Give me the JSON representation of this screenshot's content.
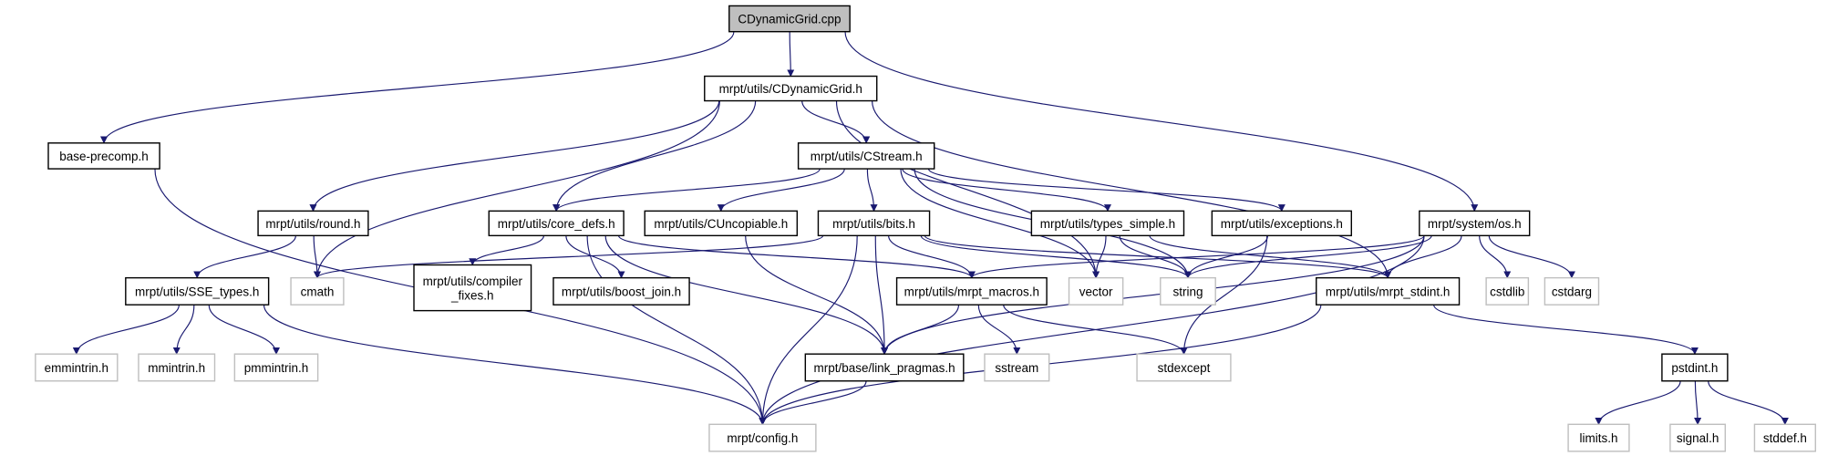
{
  "graph": {
    "title": "CDynamicGrid.cpp",
    "colors": {
      "edge": "#191970",
      "root_fill": "#bfbfbf",
      "documented_border": "#000000",
      "external_border": "#bfbfbf",
      "external_text": "#000000"
    },
    "nodes": [
      {
        "id": "cpp",
        "label": [
          "CDynamicGrid.cpp"
        ],
        "kind": "root"
      },
      {
        "id": "cdg",
        "label": [
          "mrpt/utils/CDynamicGrid.h"
        ],
        "kind": "documented"
      },
      {
        "id": "baseprecomp",
        "label": [
          "base-precomp.h"
        ],
        "kind": "documented"
      },
      {
        "id": "cstream",
        "label": [
          "mrpt/utils/CStream.h"
        ],
        "kind": "documented"
      },
      {
        "id": "round",
        "label": [
          "mrpt/utils/round.h"
        ],
        "kind": "documented"
      },
      {
        "id": "coredefs",
        "label": [
          "mrpt/utils/core_defs.h"
        ],
        "kind": "documented"
      },
      {
        "id": "uncopiable",
        "label": [
          "mrpt/utils/CUncopiable.h"
        ],
        "kind": "documented"
      },
      {
        "id": "bits",
        "label": [
          "mrpt/utils/bits.h"
        ],
        "kind": "documented"
      },
      {
        "id": "typessimple",
        "label": [
          "mrpt/utils/types_simple.h"
        ],
        "kind": "documented"
      },
      {
        "id": "exceptions",
        "label": [
          "mrpt/utils/exceptions.h"
        ],
        "kind": "documented"
      },
      {
        "id": "os",
        "label": [
          "mrpt/system/os.h"
        ],
        "kind": "documented"
      },
      {
        "id": "sse",
        "label": [
          "mrpt/utils/SSE_types.h"
        ],
        "kind": "documented"
      },
      {
        "id": "cmath",
        "label": [
          "cmath"
        ],
        "kind": "external"
      },
      {
        "id": "compilerfixes",
        "label": [
          "mrpt/utils/compiler",
          "_fixes.h"
        ],
        "kind": "documented"
      },
      {
        "id": "boostjoin",
        "label": [
          "mrpt/utils/boost_join.h"
        ],
        "kind": "documented"
      },
      {
        "id": "macros",
        "label": [
          "mrpt/utils/mrpt_macros.h"
        ],
        "kind": "documented"
      },
      {
        "id": "vector",
        "label": [
          "vector"
        ],
        "kind": "external"
      },
      {
        "id": "string",
        "label": [
          "string"
        ],
        "kind": "external"
      },
      {
        "id": "stdint",
        "label": [
          "mrpt/utils/mrpt_stdint.h"
        ],
        "kind": "documented"
      },
      {
        "id": "cstdlib",
        "label": [
          "cstdlib"
        ],
        "kind": "external"
      },
      {
        "id": "cstdarg",
        "label": [
          "cstdarg"
        ],
        "kind": "external"
      },
      {
        "id": "emmintrin",
        "label": [
          "emmintrin.h"
        ],
        "kind": "external"
      },
      {
        "id": "mmintrin",
        "label": [
          "mmintrin.h"
        ],
        "kind": "external"
      },
      {
        "id": "pmmintrin",
        "label": [
          "pmmintrin.h"
        ],
        "kind": "external"
      },
      {
        "id": "linkpragmas",
        "label": [
          "mrpt/base/link_pragmas.h"
        ],
        "kind": "documented"
      },
      {
        "id": "sstream",
        "label": [
          "sstream"
        ],
        "kind": "external"
      },
      {
        "id": "stdexcept",
        "label": [
          "stdexcept"
        ],
        "kind": "external"
      },
      {
        "id": "pstdint",
        "label": [
          "pstdint.h"
        ],
        "kind": "documented"
      },
      {
        "id": "config",
        "label": [
          "mrpt/config.h"
        ],
        "kind": "external"
      },
      {
        "id": "limits",
        "label": [
          "limits.h"
        ],
        "kind": "external"
      },
      {
        "id": "signal",
        "label": [
          "signal.h"
        ],
        "kind": "external"
      },
      {
        "id": "stddef",
        "label": [
          "stddef.h"
        ],
        "kind": "external"
      }
    ],
    "edges": [
      [
        "cpp",
        "cdg"
      ],
      [
        "cpp",
        "baseprecomp"
      ],
      [
        "cpp",
        "os"
      ],
      [
        "cdg",
        "round"
      ],
      [
        "cdg",
        "coredefs"
      ],
      [
        "cdg",
        "cstream"
      ],
      [
        "cdg",
        "cmath"
      ],
      [
        "cdg",
        "vector"
      ],
      [
        "cdg",
        "stdint"
      ],
      [
        "baseprecomp",
        "config"
      ],
      [
        "cstream",
        "coredefs"
      ],
      [
        "cstream",
        "uncopiable"
      ],
      [
        "cstream",
        "bits"
      ],
      [
        "cstream",
        "typessimple"
      ],
      [
        "cstream",
        "exceptions"
      ],
      [
        "cstream",
        "vector"
      ],
      [
        "cstream",
        "string"
      ],
      [
        "round",
        "sse"
      ],
      [
        "round",
        "cmath"
      ],
      [
        "coredefs",
        "config"
      ],
      [
        "coredefs",
        "compilerfixes"
      ],
      [
        "coredefs",
        "boostjoin"
      ],
      [
        "coredefs",
        "linkpragmas"
      ],
      [
        "coredefs",
        "macros"
      ],
      [
        "uncopiable",
        "linkpragmas"
      ],
      [
        "bits",
        "cmath"
      ],
      [
        "bits",
        "config"
      ],
      [
        "bits",
        "linkpragmas"
      ],
      [
        "bits",
        "macros"
      ],
      [
        "bits",
        "string"
      ],
      [
        "bits",
        "stdint"
      ],
      [
        "typessimple",
        "vector"
      ],
      [
        "typessimple",
        "string"
      ],
      [
        "typessimple",
        "stdint"
      ],
      [
        "exceptions",
        "string"
      ],
      [
        "exceptions",
        "stdexcept"
      ],
      [
        "os",
        "macros"
      ],
      [
        "os",
        "string"
      ],
      [
        "os",
        "linkpragmas"
      ],
      [
        "os",
        "stdint"
      ],
      [
        "os",
        "cstdlib"
      ],
      [
        "os",
        "cstdarg"
      ],
      [
        "os",
        "config"
      ],
      [
        "sse",
        "emmintrin"
      ],
      [
        "sse",
        "mmintrin"
      ],
      [
        "sse",
        "pmmintrin"
      ],
      [
        "sse",
        "config"
      ],
      [
        "macros",
        "linkpragmas"
      ],
      [
        "macros",
        "sstream"
      ],
      [
        "macros",
        "stdexcept"
      ],
      [
        "linkpragmas",
        "config"
      ],
      [
        "stdint",
        "config"
      ],
      [
        "stdint",
        "pstdint"
      ],
      [
        "pstdint",
        "limits"
      ],
      [
        "pstdint",
        "signal"
      ],
      [
        "pstdint",
        "stddef"
      ]
    ]
  }
}
